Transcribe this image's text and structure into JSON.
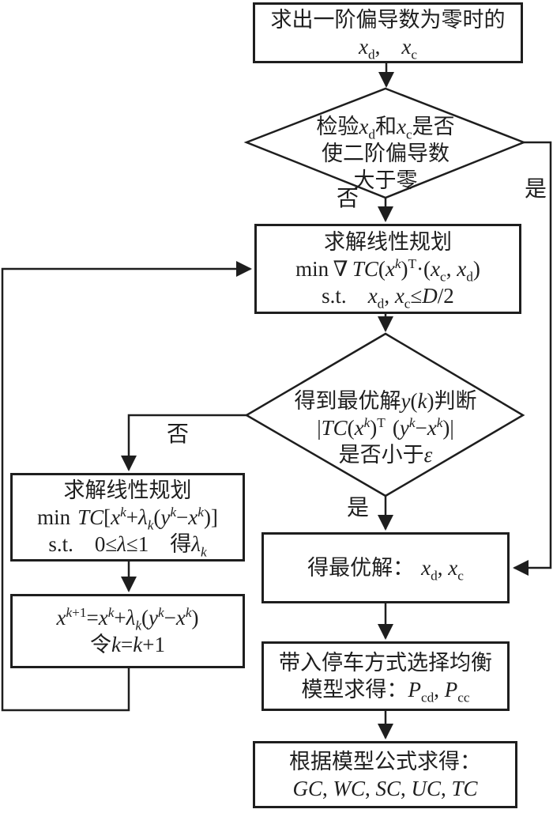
{
  "figure": {
    "type": "flowchart",
    "background": "#ffffff",
    "line_color": "#1e1e1e",
    "box_fill": "#ffffff"
  },
  "nodes": {
    "start": {
      "shape": "rect",
      "lines": [
        "求出一阶偏导数为零时的",
        "<i>x</i><sub>d</sub>,&#8195;<i>x</i><sub>c</sub>"
      ]
    },
    "check_second_derivative": {
      "shape": "diamond",
      "lines": [
        "检验<i>x</i><sub>d</sub>和<i>x</i><sub>c</sub>是否",
        "使二阶偏导数",
        "大于零"
      ]
    },
    "solve_lp": {
      "shape": "rect",
      "lines": [
        "求解线性规划",
        "min&#8201;∇&#8201;<i>TC</i>(<i>x</i><sup><i>k</i></sup>)<sup>T</sup>·(<i>x</i><sub>c</sub>, <i>x</i><sub>d</sub>)",
        "s.t.&#8195;<i>x</i><sub>d</sub>, <i>x</i><sub>c</sub>≤<i>D</i>/2"
      ]
    },
    "check_convergence": {
      "shape": "diamond",
      "lines": [
        "得到最优解<i>y</i>(<i>k</i>)判断",
        "|<i>TC</i>(<i>x</i><sup><i>k</i></sup>)<sup>T</sup>&#8196;(<i>y</i><sup><i>k</i></sup>−<i>x</i><sup><i>k</i></sup>)|",
        "是否小于<i>ε</i>"
      ]
    },
    "line_search": {
      "shape": "rect",
      "lines": [
        "求解线性规划",
        "min&#8196;<i>TC</i>[<i>x</i><sup><i>k</i></sup>+<i>λ</i><sub><i>k</i></sub>(<i>y</i><sup><i>k</i></sup>−<i>x</i><sup><i>k</i></sup>)]",
        "s.t.&#8195;0≤<i>λ</i>≤1&#8195;得<i>λ</i><sub><i>k</i></sub>"
      ]
    },
    "update_x": {
      "shape": "rect",
      "lines": [
        "<i>x</i><sup><i>k</i>+1</sup>=<i>x</i><sup><i>k</i></sup>+<i>λ</i><sub><i>k</i></sub>(<i>y</i><sup><i>k</i></sup>−<i>x</i><sup><i>k</i></sup>)",
        "令<i>k</i>=<i>k</i>+1"
      ]
    },
    "optimal_solution": {
      "shape": "rect",
      "lines": [
        "得最优解：&#8196;<i>x</i><sub>d</sub>, <i>x</i><sub>c</sub>"
      ]
    },
    "parking_model": {
      "shape": "rect",
      "lines": [
        "带入停车方式选择均衡",
        "模型求得：<i>P</i><sub>cd</sub>, <i>P</i><sub>cc</sub>"
      ]
    },
    "final_costs": {
      "shape": "rect",
      "lines": [
        "根据模型公式求得：",
        "<i>GC</i>, <i>WC</i>, <i>SC</i>, <i>UC</i>, <i>TC</i>"
      ]
    }
  },
  "edge_labels": {
    "no_second_derivative": "否",
    "yes_second_derivative": "是",
    "no_converged": "否",
    "yes_converged": "是"
  }
}
